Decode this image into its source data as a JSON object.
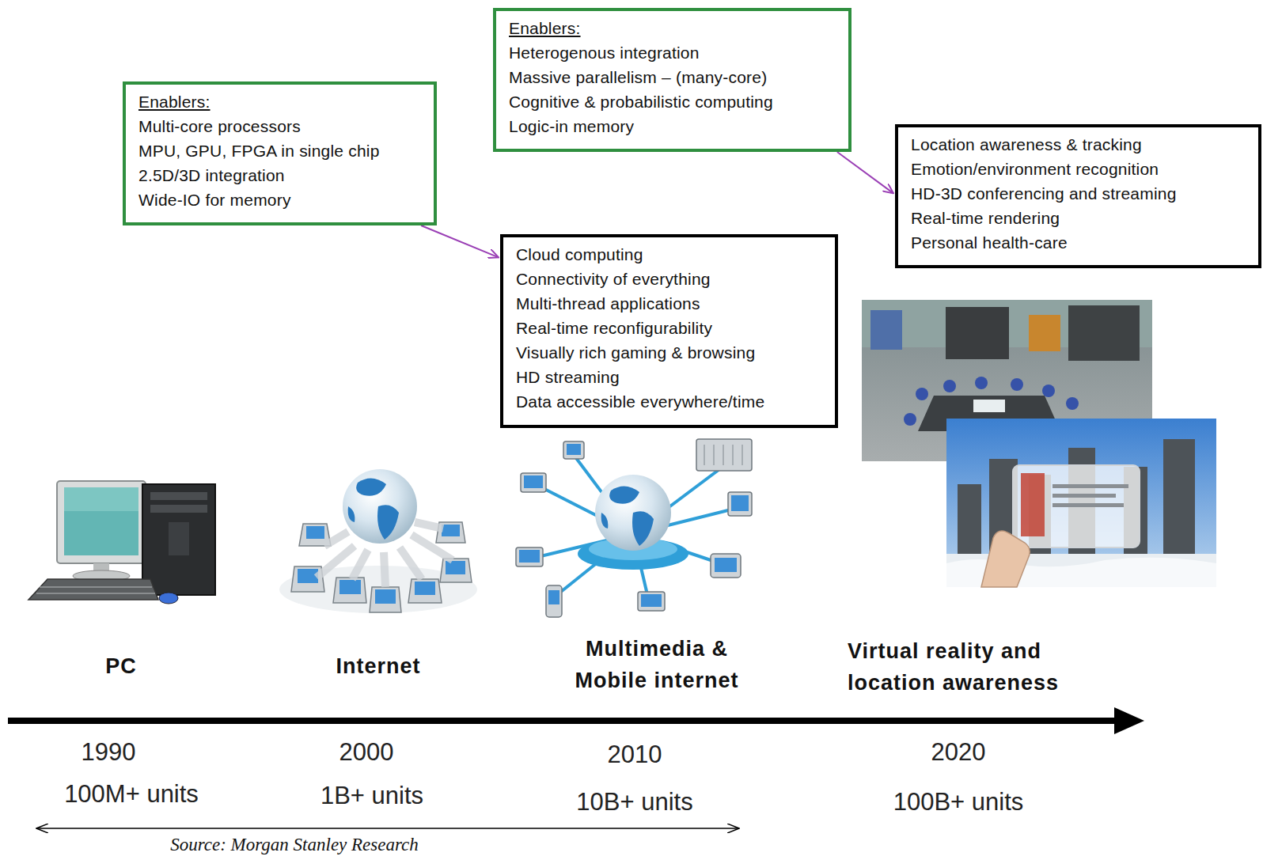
{
  "diagram": {
    "nodes": [
      {
        "text": [
          "Enablers:",
          "Multi-core processors",
          "MPU, GPU, FPGA in single chip",
          "2.5D/3D integration",
          "Wide-IO for memory"
        ]
      },
      {
        "text": [
          "Enablers:",
          "Heterogenous integration",
          "Massive parallelism – (many-core)",
          "Cognitive & probabilistic computing",
          "Logic-in memory"
        ]
      },
      {
        "text": [
          "Cloud computing",
          "Connectivity of everything",
          "Multi-thread applications",
          "Real-time reconfigurability",
          "Visually rich gaming & browsing",
          "HD streaming",
          "Data accessible everywhere/time"
        ]
      },
      {
        "text": [
          "Location awareness & tracking",
          "Emotion/environment recognition",
          "HD-3D conferencing and streaming",
          "Real-time rendering",
          "Personal health-care"
        ]
      }
    ],
    "edges": [
      {
        "from": 0,
        "to": 2,
        "arrow": "to"
      },
      {
        "from": 1,
        "to": 3,
        "arrow": "to"
      }
    ],
    "labels": [
      "PC",
      "Internet",
      "Multimedia & Mobile internet",
      "Virtual reality and location awareness",
      "1990",
      "100M+ units",
      "2000",
      "1B+ units",
      "2010",
      "10B+ units",
      "2020",
      "100B+ units",
      "Source: Morgan Stanley Research"
    ]
  }
}
